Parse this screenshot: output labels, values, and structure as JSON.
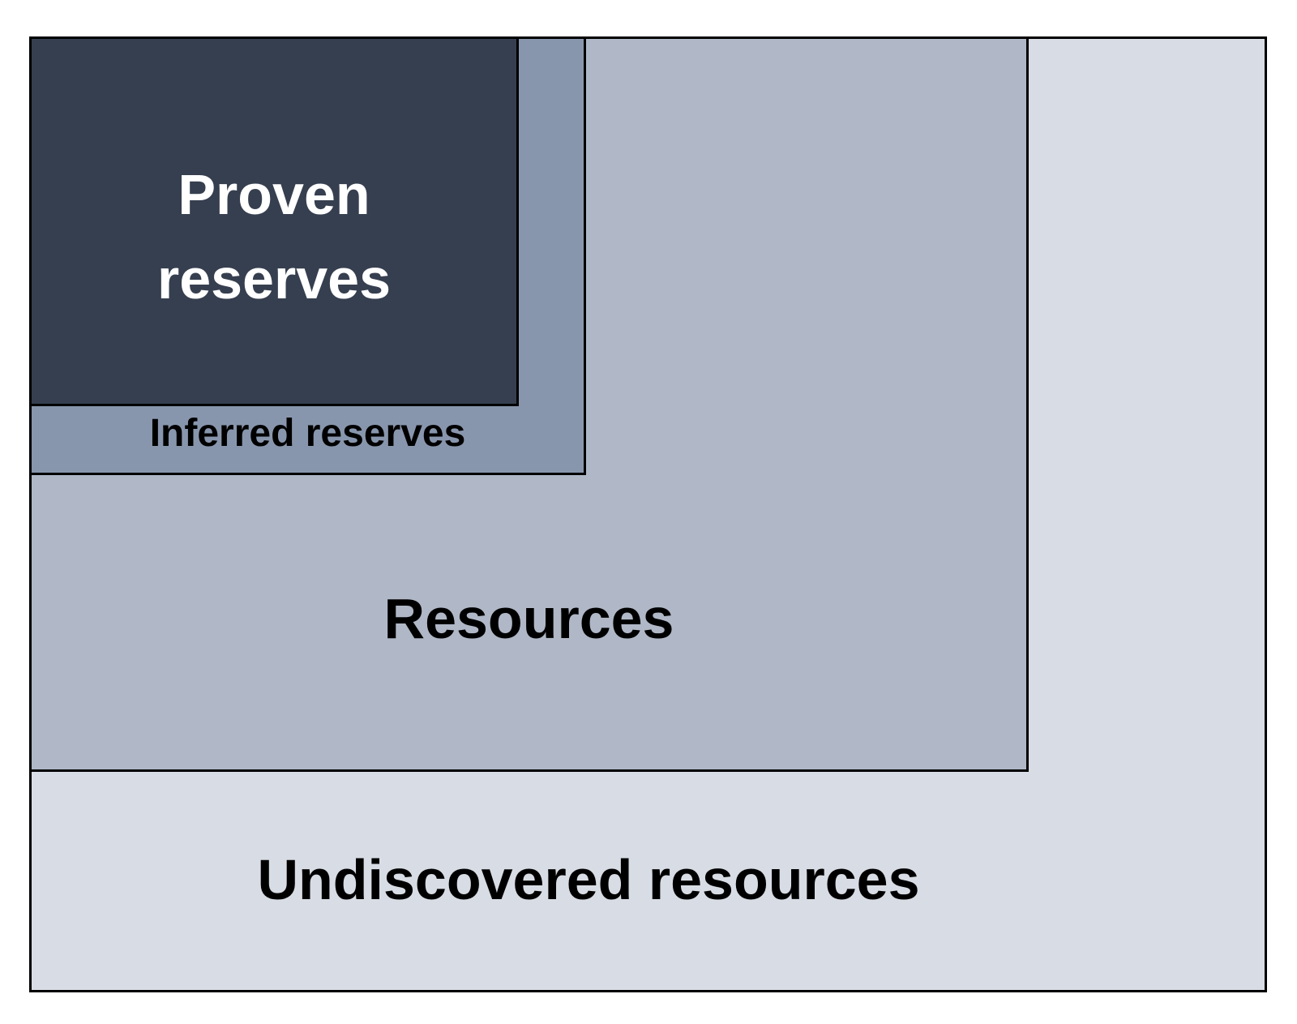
{
  "diagram": {
    "regions": {
      "undiscovered": {
        "label": "Undiscovered resources",
        "fill": "#d8dce4",
        "text_color": "#000000"
      },
      "resources": {
        "label": "Resources",
        "fill": "#b0b8c7",
        "text_color": "#000000"
      },
      "inferred": {
        "label": "Inferred reserves",
        "fill": "#8896ad",
        "text_color": "#000000"
      },
      "proven": {
        "label_line1": "Proven",
        "label_line2": "reserves",
        "fill": "#363f4f",
        "text_color": "#ffffff"
      }
    },
    "border_color": "#000000"
  }
}
